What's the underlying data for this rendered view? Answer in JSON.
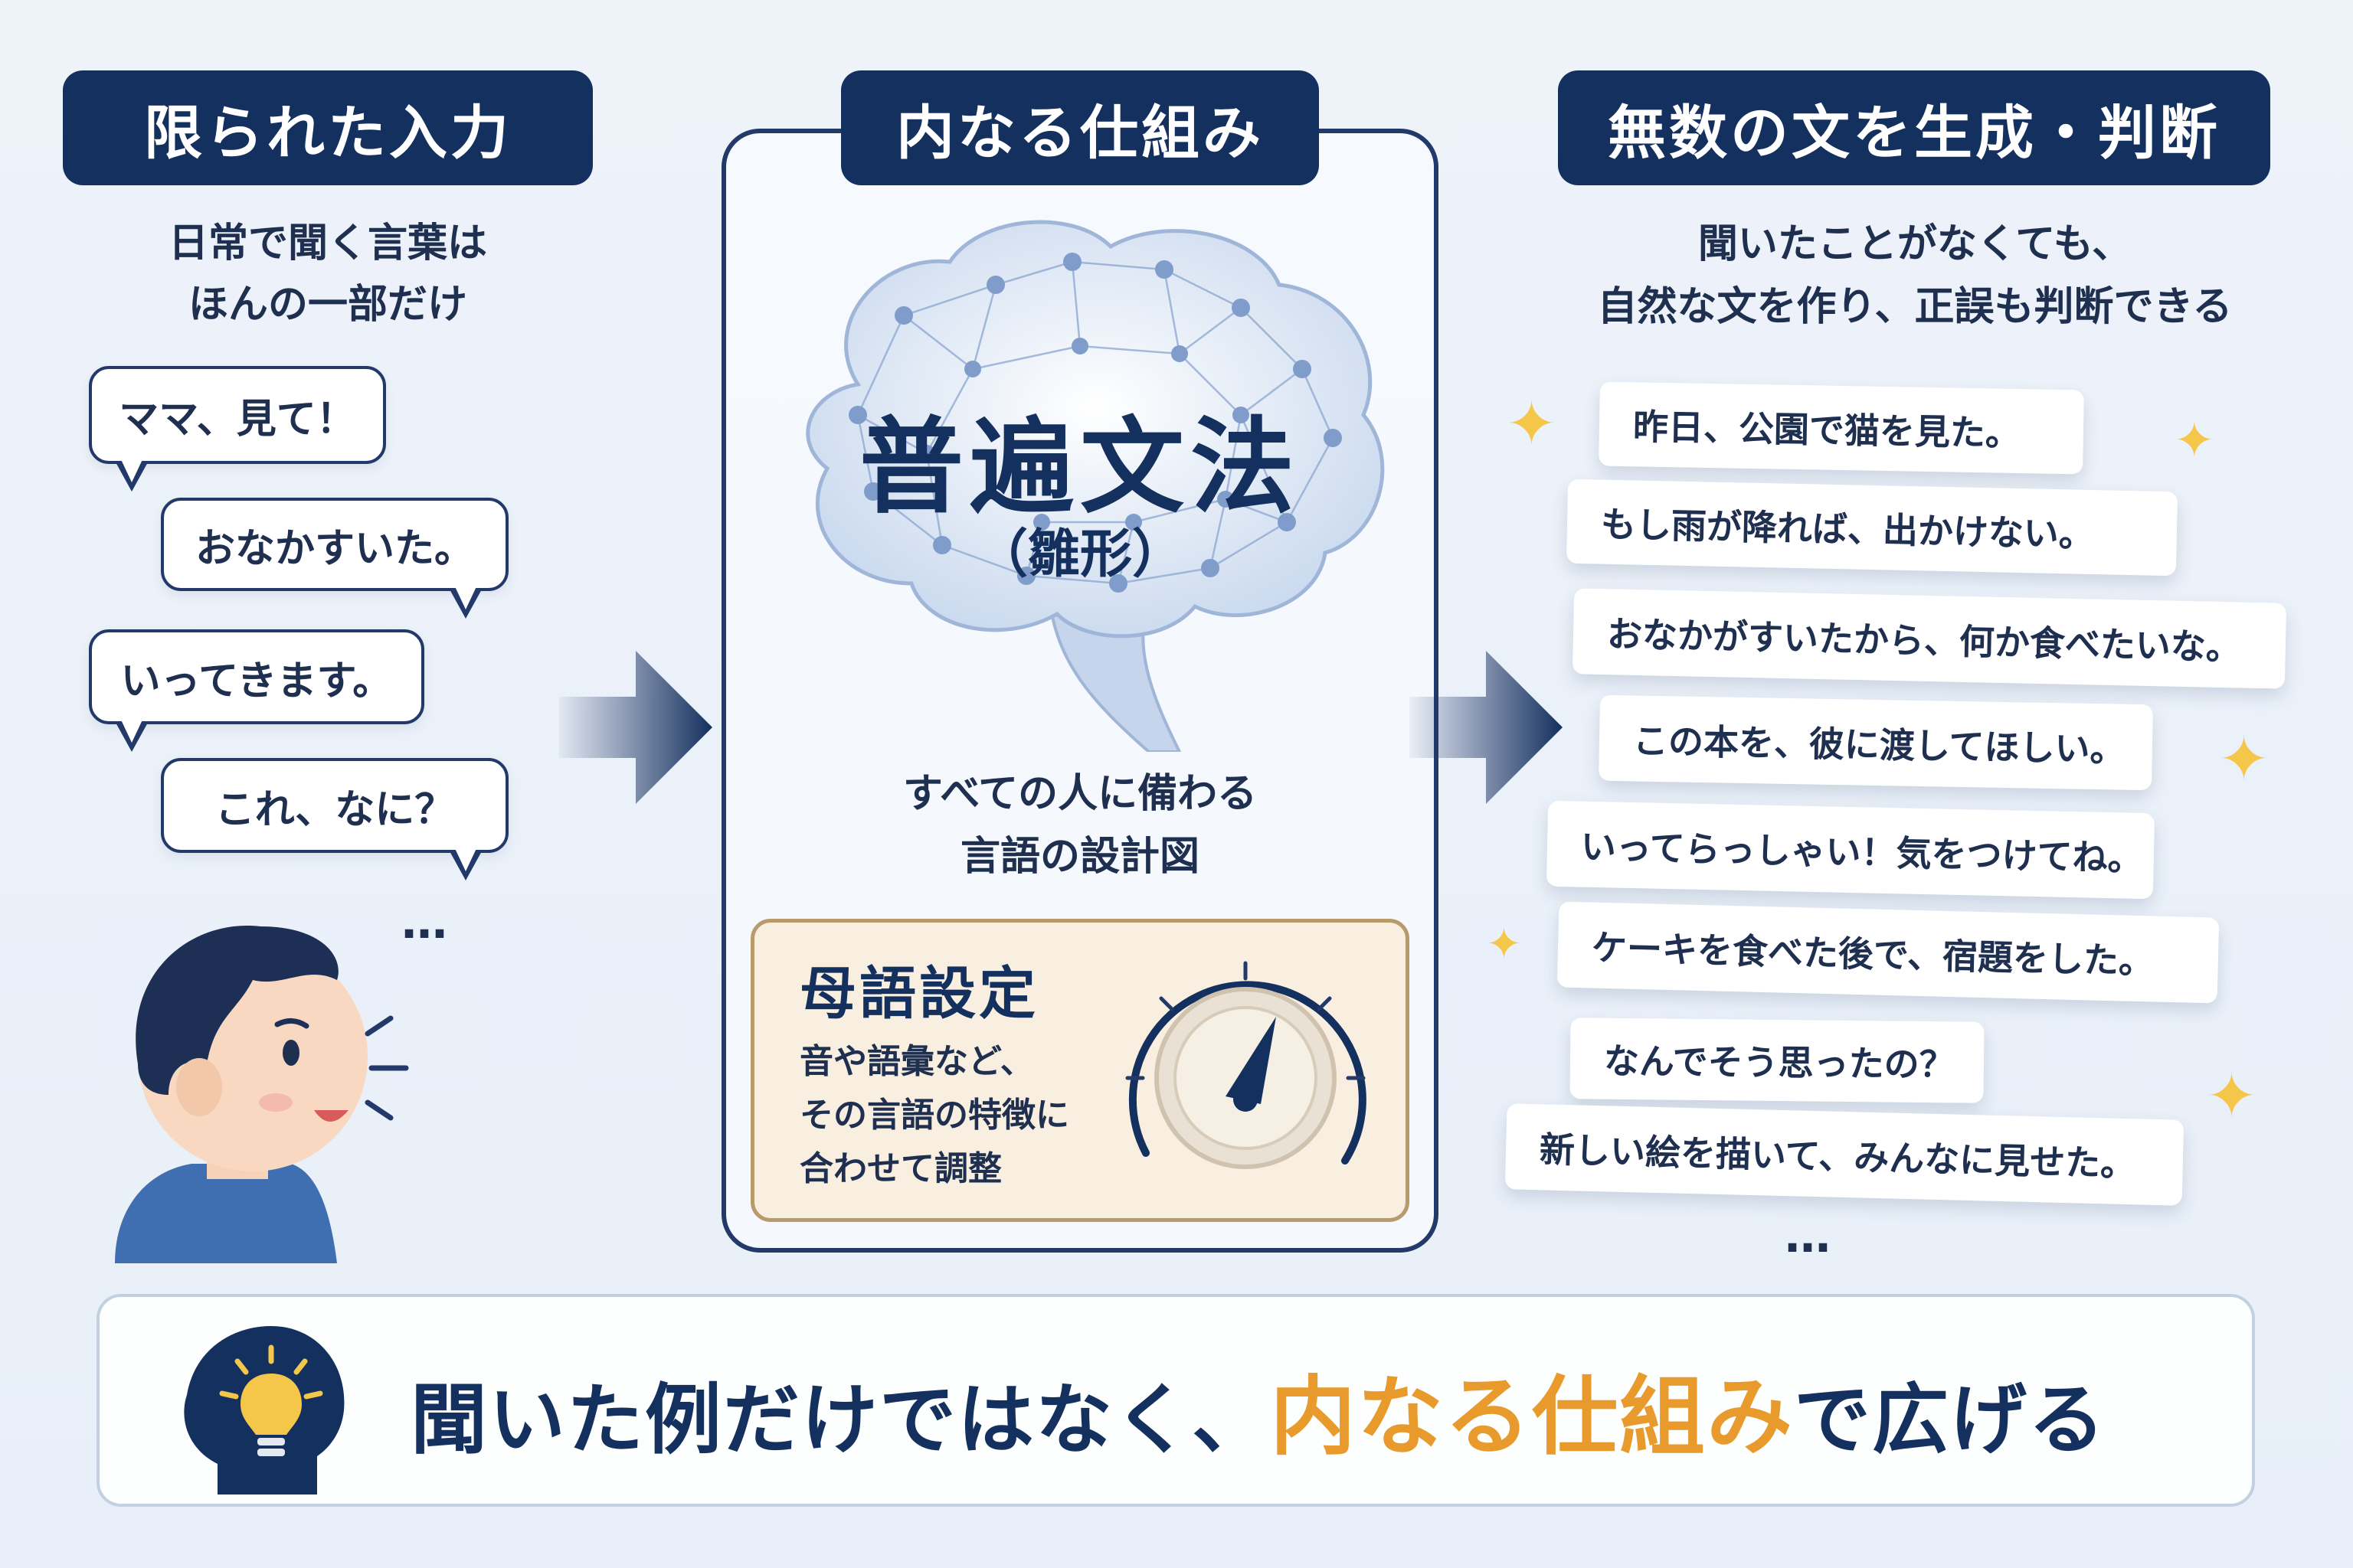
{
  "left": {
    "title": "限られた入力",
    "subtitle_line1": "日常で聞く言葉は",
    "subtitle_line2": "ほんの一部だけ",
    "bubbles": [
      "ママ、見て！",
      "おなかすいた。",
      "いってきます。",
      "これ、なに？"
    ],
    "ellipsis": "…"
  },
  "center": {
    "title": "内なる仕組み",
    "brain_main": "普遍文法",
    "brain_sub": "（雛形）",
    "caption_line1": "すべての人に備わる",
    "caption_line2": "言語の設計図",
    "setting_title": "母語設定",
    "setting_line1": "音や語彙など、",
    "setting_line2": "その言語の特徴に",
    "setting_line3": "合わせて調整"
  },
  "right": {
    "title": "無数の文を生成・判断",
    "subtitle_line1": "聞いたことがなくても、",
    "subtitle_line2": "自然な文を作り、正誤も判断できる",
    "sentences": [
      "昨日、公園で猫を見た。",
      "もし雨が降れば、出かけない。",
      "おなかがすいたから、何か食べたいな。",
      "この本を、彼に渡してほしい。",
      "いってらっしゃい！気をつけてね。",
      "ケーキを食べた後で、宿題をした。",
      "なんでそう思ったの？",
      "新しい絵を描いて、みんなに見せた。"
    ],
    "ellipsis": "…"
  },
  "bottom": {
    "text_before": "聞いた例だけではなく、",
    "text_highlight": "内なる仕組み",
    "text_after": "で広げる"
  },
  "colors": {
    "navy": "#14305e",
    "accent_orange": "#e89a2c",
    "sparkle": "#f4c64a",
    "setting_bg": "#f8efe1"
  },
  "icons": [
    "child-icon",
    "brain-network-icon",
    "dial-icon",
    "lightbulb-head-icon",
    "sparkle-icon",
    "arrow-right-icon"
  ]
}
